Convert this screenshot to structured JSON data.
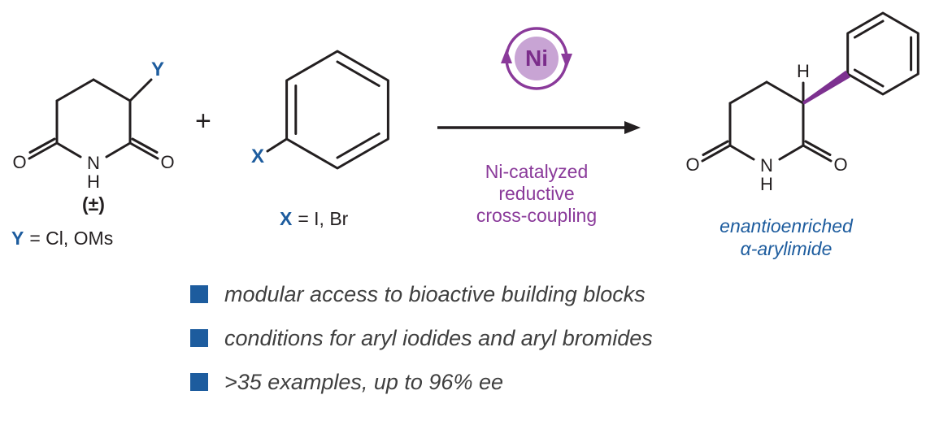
{
  "colors": {
    "blue": "#1d5c9e",
    "purple": "#8a3a9a",
    "purple_dark": "#7b2d8b",
    "lavender": "#c8a4d4",
    "ink": "#231f20",
    "body_text": "#3f3f3f"
  },
  "substrate": {
    "atoms": {
      "o_left": "O",
      "o_right": "O",
      "n": "N",
      "h": "H",
      "y": "Y"
    },
    "racemic_label": "(±)",
    "y_def_symbol": "Y",
    "y_def_rest": "= Cl, OMs"
  },
  "plus": "+",
  "aryl_halide": {
    "atoms": {
      "x": "X"
    },
    "x_def_symbol": "X",
    "x_def_rest": "= I, Br"
  },
  "catalyst": {
    "metal": "Ni",
    "caption_line1": "Ni-catalyzed",
    "caption_line2": "reductive",
    "caption_line3": "cross-coupling"
  },
  "product": {
    "atoms": {
      "o_left": "O",
      "o_right": "O",
      "n": "N",
      "h": "H",
      "h_stereo": "H"
    },
    "caption_line1": "enantioenriched",
    "caption_line2": "α-arylimide"
  },
  "bullets": [
    "modular access to bioactive building blocks",
    "conditions for aryl iodides and aryl bromides",
    ">35 examples, up to 96% ee"
  ]
}
